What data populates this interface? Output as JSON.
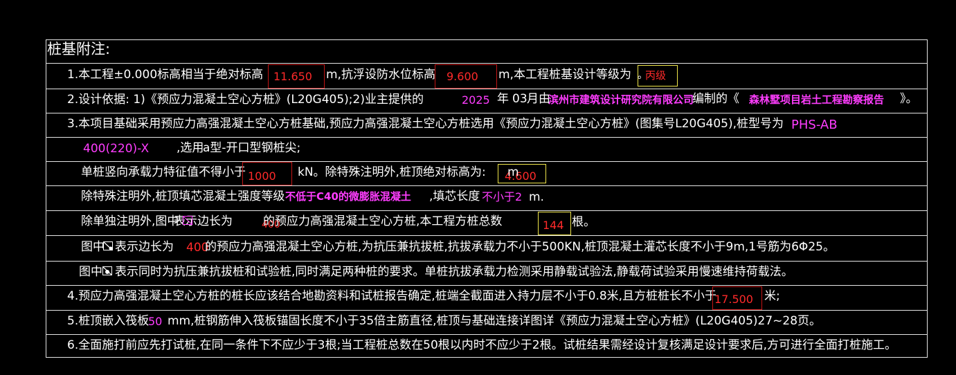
{
  "title": "桩基附注:",
  "rows": {
    "r1": {
      "a": "1.本工程±0.000标高相当于绝对标高",
      "v1": "11.650",
      "b": "m,抗浮设防水位标高",
      "v2": "9.600",
      "c": "m,本工程桩基设计等级为",
      "v3_dot": "。",
      "v3": "丙级"
    },
    "r2": {
      "a": "2.设计依据: 1)《预应力混凝土空心方桩》(L20G405);2)业主提供的",
      "year": "2025",
      "nian": "年",
      "month": "03",
      "yueyou": "月由",
      "org": "滨州市建筑设计研究院有限公司",
      "bianzhi": "编制的《",
      "report": "森林墅项目岩土工程勘察报告",
      "end": "》。"
    },
    "r3": {
      "a": "3.本项目基础采用预应力高强混凝土空心方桩基础,预应力高强混凝土空心方桩选用《预应力混凝土空心方桩》(图集号L20G405),桩型号为",
      "type": "PHS-AB"
    },
    "r4": {
      "spec": "400(220)-X",
      "a": ",选用",
      "b": "a型-开口型钢桩尖;"
    },
    "r5": {
      "a": "单桩竖向承载力特征值不得小于",
      "v1": "1000",
      "b": "kN。除特殊注明外,桩顶绝对标高为:",
      "v2": "4.600",
      "unit": "m"
    },
    "r6": {
      "a": "除特殊注明外,桩顶填芯混凝土强度等级",
      "grade": "不低于C40的微膨胀混凝土",
      "b": ",填芯长度",
      "len": "不小于2",
      "unit": "m."
    },
    "r7": {
      "a": "除单独注明外,图中",
      "b": "表示边长为",
      "v1": "400",
      "c": "的预应力高强混凝土空心方桩,本工程方桩总数",
      "v2": "144",
      "d": "根。"
    },
    "r8": {
      "a": "图中",
      "b": "表示边长为",
      "v": "400",
      "c": "的预应力高强混凝土空心方桩,为抗压兼抗拔桩,抗拔承载力不小于500KN,桩顶混凝土灌芯长度不小于9m,1号筋为6Φ25。"
    },
    "r9": {
      "a": "图中",
      "b": "表示同时为抗压兼抗拔桩和试验桩,同时满足两种桩的要求。单桩抗拔承载力检测采用静载试验法,静载荷试验采用慢速维持荷载法。"
    },
    "r10": {
      "a": "4.预应力高强混凝土空心方桩的桩长应该结合地勘资料和试桩报告确定,桩端全截面进入持力层不小于0.8米,且方桩桩长不小于",
      "v": "17.500",
      "unit": "米;"
    },
    "r11": {
      "a": "5.桩顶嵌入筏板",
      "v": "50",
      "b": "mm,桩钢筋伸入筏板锚固长度不小于35倍主筋直径,桩顶与基础连接详图详《预应力混凝土空心方桩》(L20G405)27~28页。"
    },
    "r12": {
      "a": "6.全面施打前应先打试桩,在同一条件下不应少于3根;当工程桩总数在50根以内时不应少于2根。试桩结果需经设计复核满足设计要求后,方可进行全面打桩施工。"
    }
  },
  "colors": {
    "background": "#000000",
    "line": "#e6e6e6",
    "text": "#ffffff",
    "magenta": "#ff3dff",
    "red": "#ff2a2a",
    "red_box": "#c41414",
    "yellow_box": "#f0e64a"
  },
  "icons": [
    "pile-symbol-uplift-icon",
    "pile-symbol-test-icon"
  ]
}
